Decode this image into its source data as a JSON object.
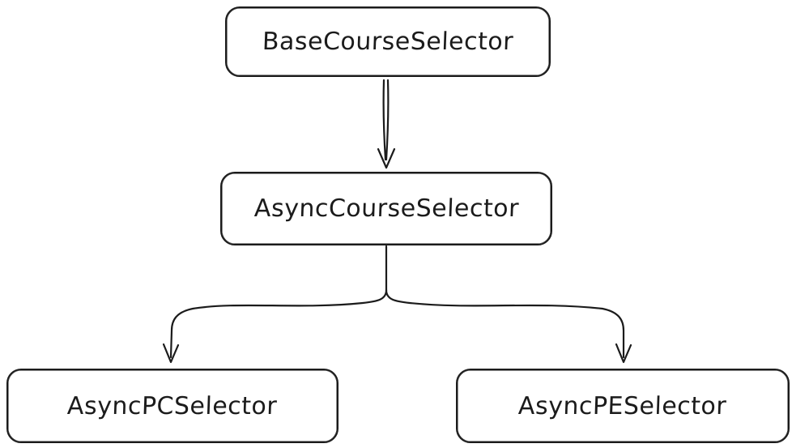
{
  "diagram": {
    "background_color": "#ffffff",
    "stroke_color": "#1b1b1b",
    "nodes": [
      {
        "id": "base-course-selector",
        "label": "BaseCourseSelector"
      },
      {
        "id": "async-course-selector",
        "label": "AsyncCourseSelector"
      },
      {
        "id": "async-pc-selector",
        "label": "AsyncPCSelector"
      },
      {
        "id": "async-pe-selector",
        "label": "AsyncPESelector"
      }
    ],
    "edges": [
      {
        "from": "BaseCourseSelector",
        "to": "AsyncCourseSelector"
      },
      {
        "from": "AsyncCourseSelector",
        "to": "AsyncPCSelector"
      },
      {
        "from": "AsyncCourseSelector",
        "to": "AsyncPESelector"
      }
    ]
  }
}
